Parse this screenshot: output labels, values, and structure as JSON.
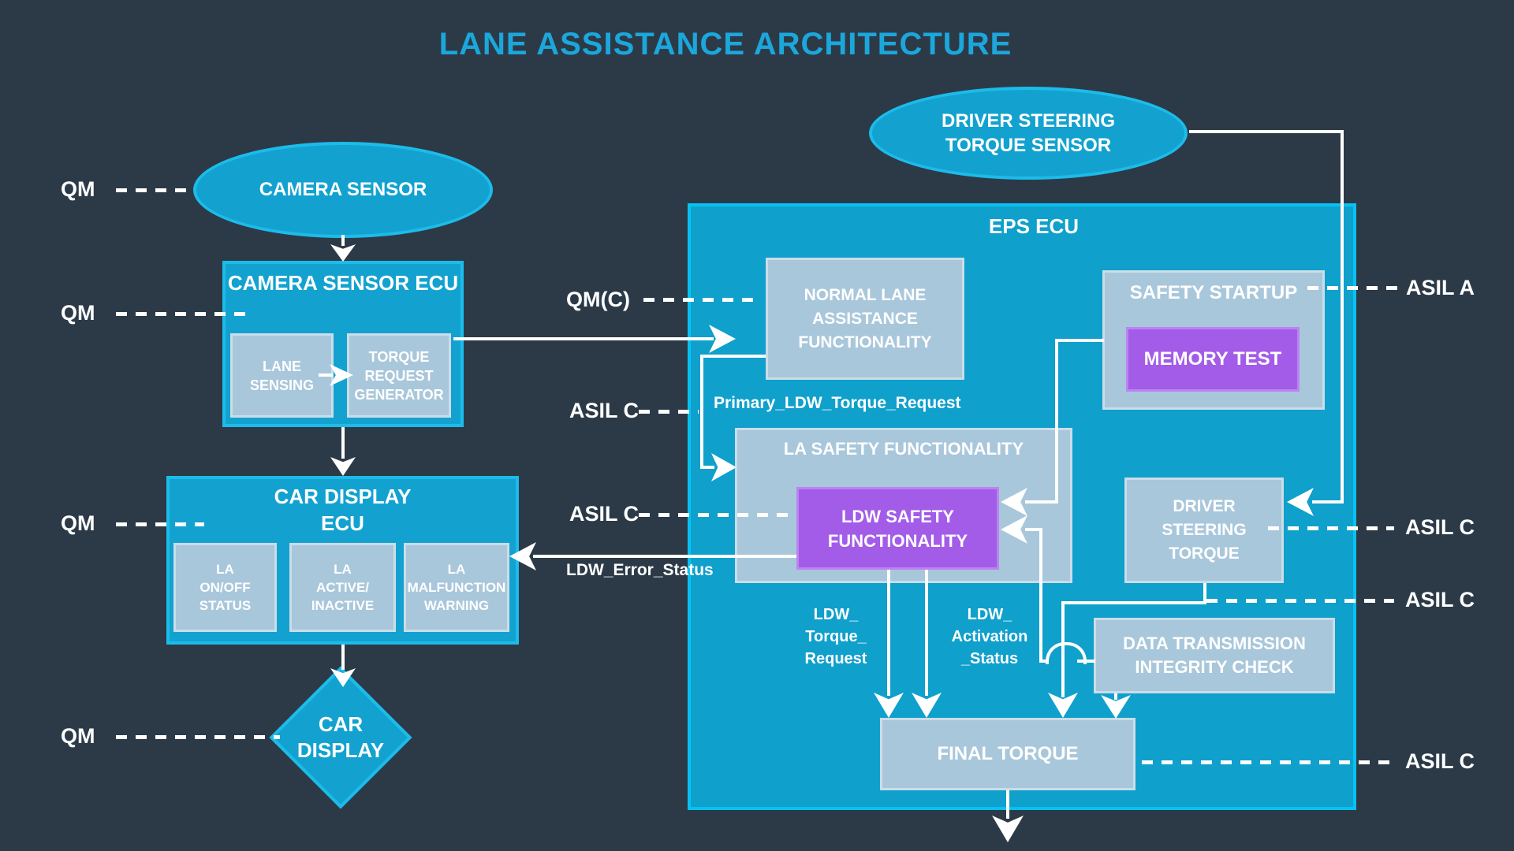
{
  "title": "LANE ASSISTANCE ARCHITECTURE",
  "colors": {
    "background": "#2C3A48",
    "node_cyan": "#13A2D0",
    "node_border_cyan": "#1CBCEA",
    "eps_fill": "#0FA0CC",
    "eps_border": "#06C2F2",
    "light_box_fill": "#A9C7DB",
    "light_box_border": "#CBDDE9",
    "purple_fill": "#A35CE8",
    "purple_border": "#BB84F0",
    "title_cyan": "#1BA7DC",
    "line_white": "#FFFFFF"
  },
  "ratings": {
    "qm": "QM",
    "qm_c": "QM(C)",
    "asil_a": "ASIL A",
    "asil_c": "ASIL C"
  },
  "sensors": {
    "camera_sensor": "CAMERA SENSOR",
    "driver_steering_torque_sensor": {
      "lines": [
        "DRIVER STEERING",
        "TORQUE SENSOR"
      ]
    }
  },
  "camera_ecu": {
    "title": "CAMERA SENSOR ECU",
    "lane_sensing": {
      "lines": [
        "LANE",
        "SENSING"
      ]
    },
    "torque_request_generator": {
      "lines": [
        "TORQUE",
        "REQUEST",
        "GENERATOR"
      ]
    }
  },
  "car_display_ecu": {
    "title": {
      "lines": [
        "CAR DISPLAY",
        "ECU"
      ]
    },
    "la_on_off_status": {
      "lines": [
        "LA",
        "ON/OFF",
        "STATUS"
      ]
    },
    "la_active_inactive": {
      "lines": [
        "LA",
        "ACTIVE/",
        "INACTIVE"
      ]
    },
    "la_malfunction_warning": {
      "lines": [
        "LA",
        "MALFUNCTION",
        "WARNING"
      ]
    }
  },
  "car_display": {
    "lines": [
      "CAR",
      "DISPLAY"
    ]
  },
  "eps_ecu": {
    "title": "EPS ECU",
    "normal_lane_assistance": {
      "lines": [
        "NORMAL LANE",
        "ASSISTANCE",
        "FUNCTIONALITY"
      ]
    },
    "safety_startup": {
      "title": "SAFETY STARTUP",
      "memory_test": "MEMORY TEST"
    },
    "la_safety": {
      "title": "LA SAFETY FUNCTIONALITY",
      "ldw_safety": {
        "lines": [
          "LDW SAFETY",
          "FUNCTIONALITY"
        ]
      }
    },
    "driver_steering_torque": {
      "lines": [
        "DRIVER",
        "STEERING",
        "TORQUE"
      ]
    },
    "data_transmission_integrity_check": {
      "lines": [
        "DATA TRANSMISSION",
        "INTEGRITY CHECK"
      ]
    },
    "final_torque": "FINAL TORQUE"
  },
  "signals": {
    "primary_ldw_torque_request": "Primary_LDW_Torque_Request",
    "ldw_error_status": "LDW_Error_Status",
    "ldw_torque_request": {
      "lines": [
        "LDW_",
        "Torque_",
        "Request"
      ]
    },
    "ldw_activation_status": {
      "lines": [
        "LDW_",
        "Activation",
        "_Status"
      ]
    }
  }
}
